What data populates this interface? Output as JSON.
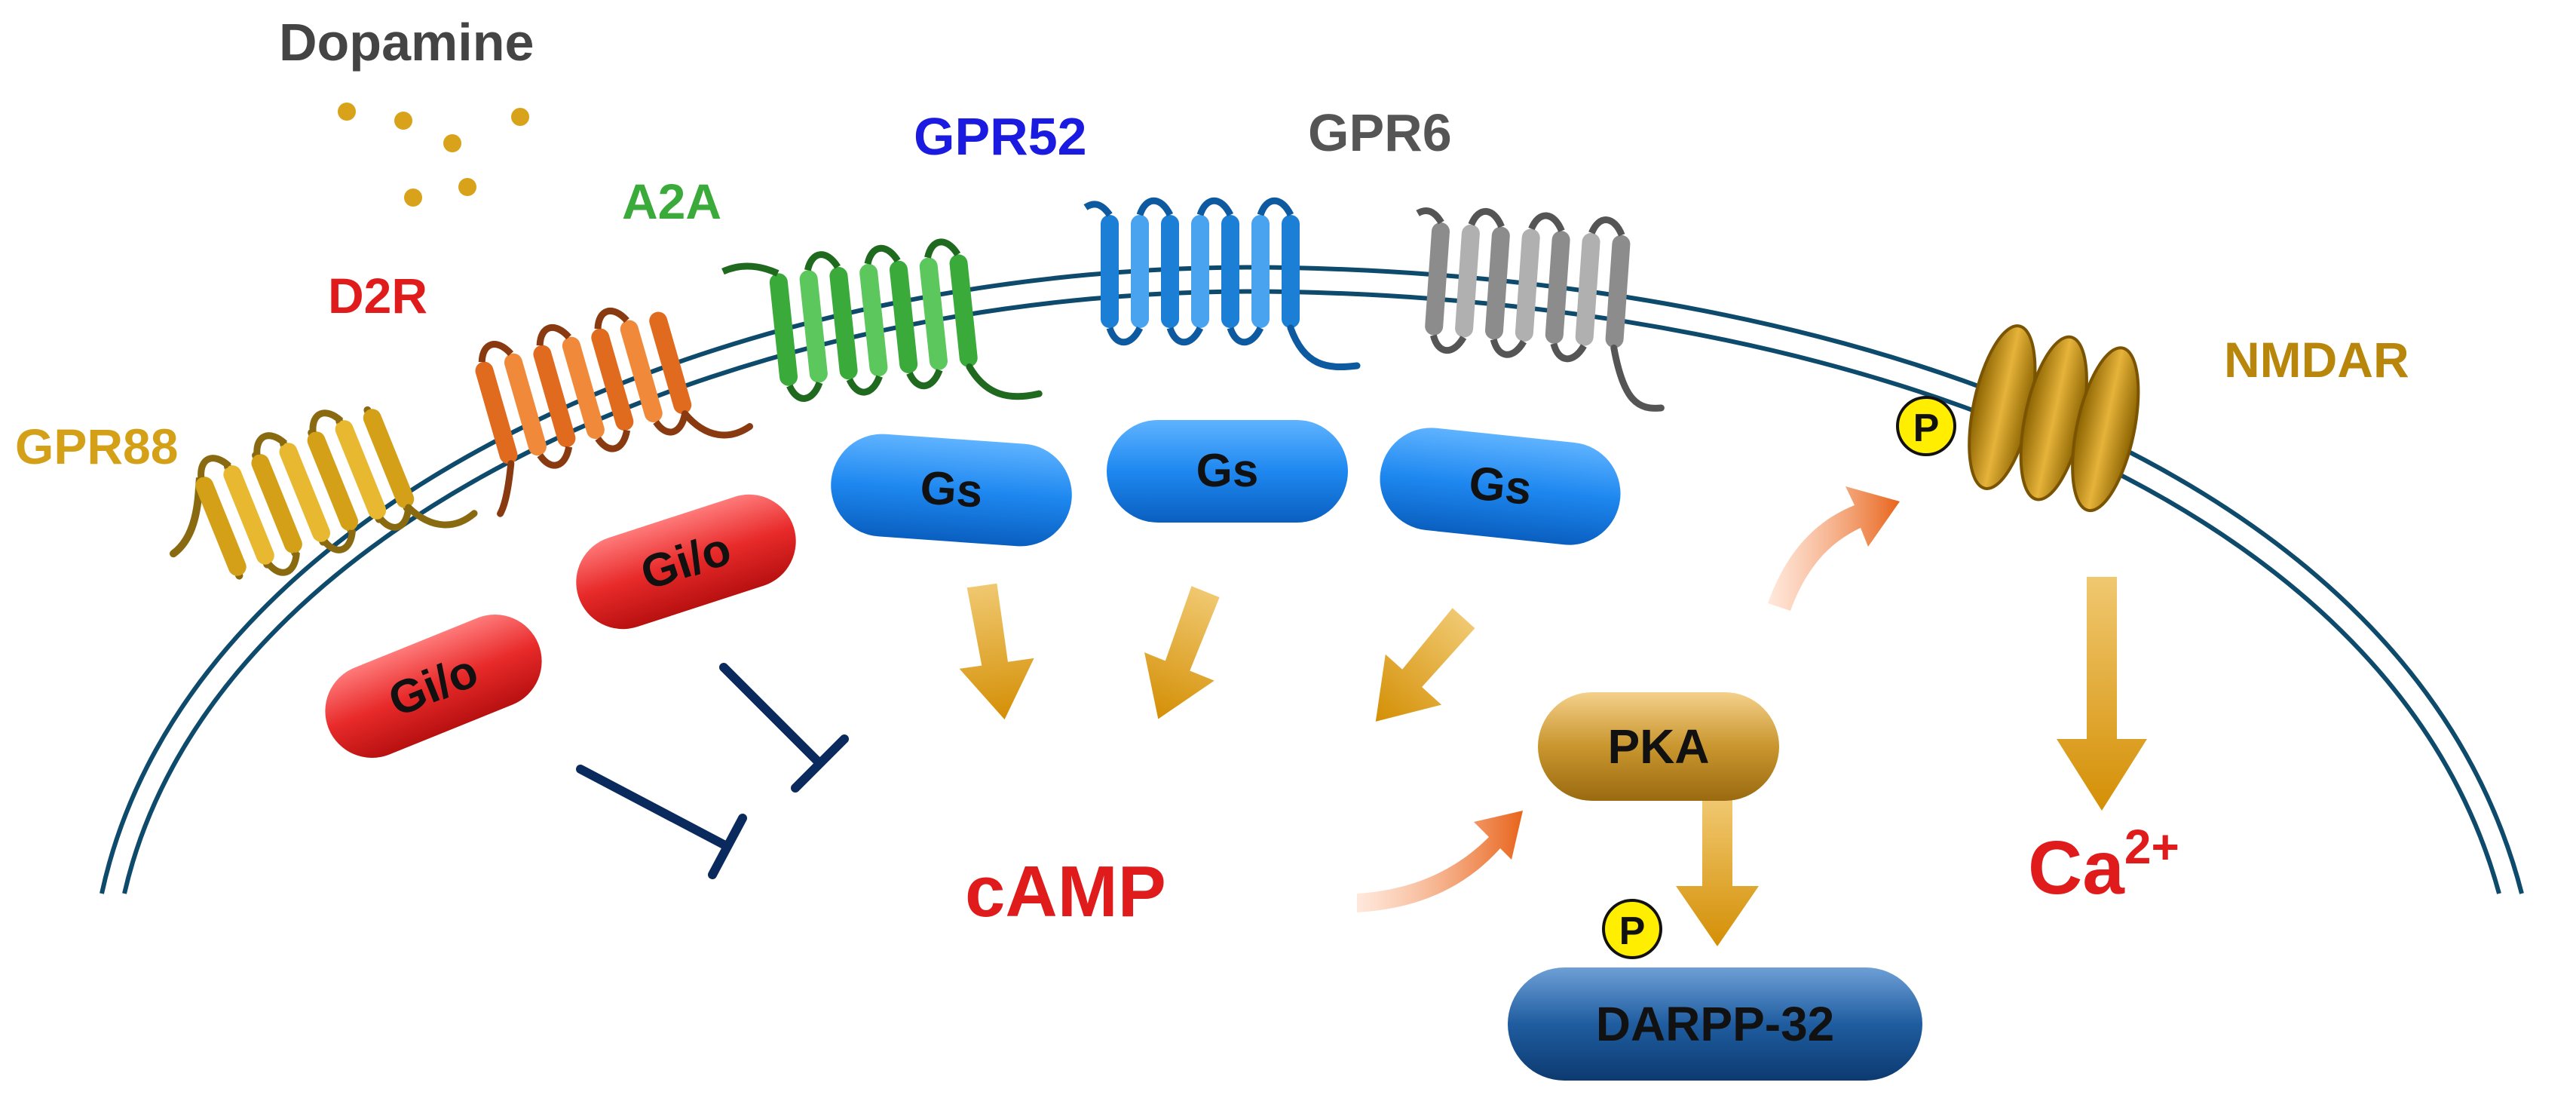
{
  "labels": {
    "dopamine": "Dopamine",
    "gpr88": "GPR88",
    "d2r": "D2R",
    "a2a": "A2A",
    "gpr52": "GPR52",
    "gpr6": "GPR6",
    "nmdar": "NMDAR",
    "camp": "cAMP",
    "pka": "PKA",
    "darpp32": "DARPP-32",
    "ca_base": "Ca",
    "ca_sup": "2+",
    "phospho": "P"
  },
  "proteins": {
    "gio_1": "Gi/o",
    "gio_2": "Gi/o",
    "gs_1": "Gs",
    "gs_2": "Gs",
    "gs_3": "Gs"
  },
  "colors": {
    "membrane": "#0d4a6b",
    "dopamine": "#d9a21b",
    "gpr88": "#d4a017",
    "d2r": "#e06a1e",
    "a2a": "#3aaa3a",
    "gpr52": "#1c7fd6",
    "gpr6": "#8c8c8c",
    "gs": "#1e88f0",
    "gio": "#e02b2b",
    "pka": "#c9962e",
    "darpp": "#1f5da0",
    "arrow_gold": "#d89a10",
    "arrow_orange": "#e8641b",
    "inhibit": "#0a2a5e",
    "red_text": "#e01b1b",
    "nmdar": "#b8860b"
  }
}
